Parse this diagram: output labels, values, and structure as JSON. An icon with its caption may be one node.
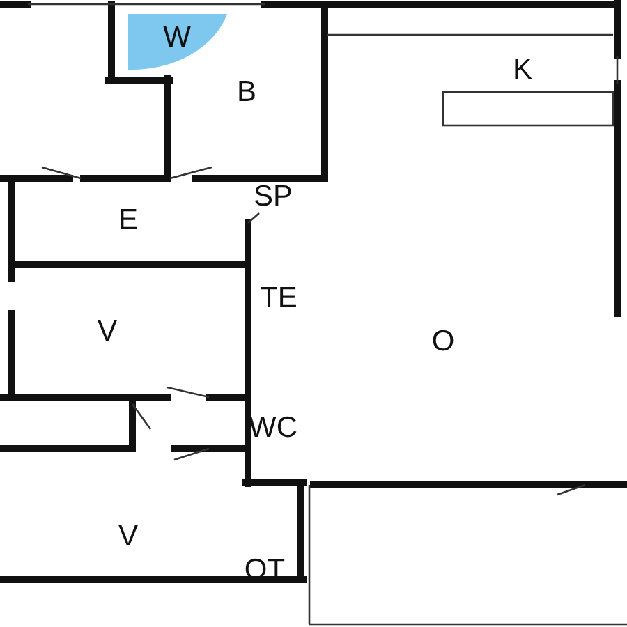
{
  "diagram": {
    "labels": [
      "W",
      "B",
      "K",
      "SP",
      "E",
      "TE",
      "V",
      "O",
      "WC",
      "V",
      "OT"
    ]
  }
}
